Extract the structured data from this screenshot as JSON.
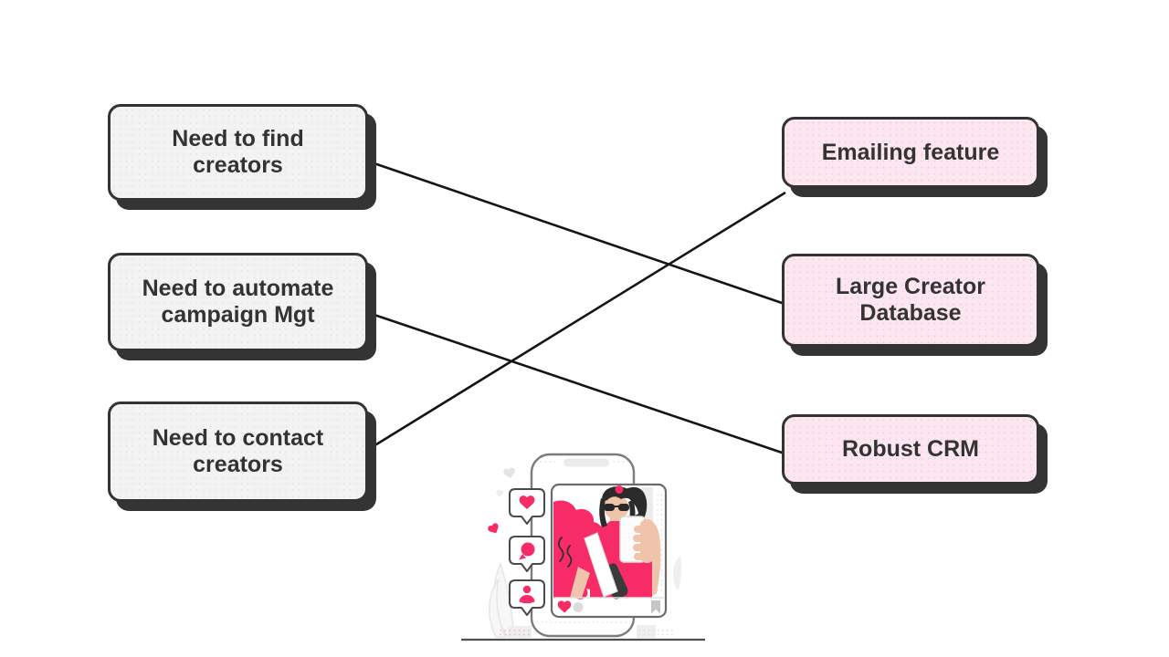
{
  "colors": {
    "accent_pink": "#f72b66",
    "pink_node_fill": "#fce7f1",
    "gray_node_fill": "#f3f3f3",
    "node_border": "#333333",
    "node_shadow": "#343434",
    "connector": "#151515",
    "skin": "#f0c3ab",
    "hair": "#2b2b2b",
    "illustration_gray": "#ececec"
  },
  "diagram": {
    "left_nodes": [
      {
        "id": "need-find-creators",
        "line1": "Need to find",
        "line2": "creators"
      },
      {
        "id": "need-automate-campaign",
        "line1": "Need to automate",
        "line2": "campaign Mgt"
      },
      {
        "id": "need-contact-creators",
        "line1": "Need to contact",
        "line2": "creators"
      }
    ],
    "right_nodes": [
      {
        "id": "emailing-feature",
        "line1": "Emailing feature",
        "line2": ""
      },
      {
        "id": "large-creator-database",
        "line1": "Large Creator",
        "line2": "Database"
      },
      {
        "id": "robust-crm",
        "line1": "Robust CRM",
        "line2": ""
      }
    ],
    "connections": [
      {
        "from": "need-find-creators",
        "to": "large-creator-database"
      },
      {
        "from": "need-automate-campaign",
        "to": "robust-crm"
      },
      {
        "from": "need-contact-creators",
        "to": "emailing-feature"
      }
    ]
  },
  "illustration": {
    "description": "influencer taking selfie shown inside a phone post with like, comment and follower notification bubbles",
    "icons": [
      "heart-icon",
      "chat-icon",
      "person-icon",
      "like-heart-icon",
      "comment-circle-icon",
      "bookmark-icon"
    ]
  }
}
